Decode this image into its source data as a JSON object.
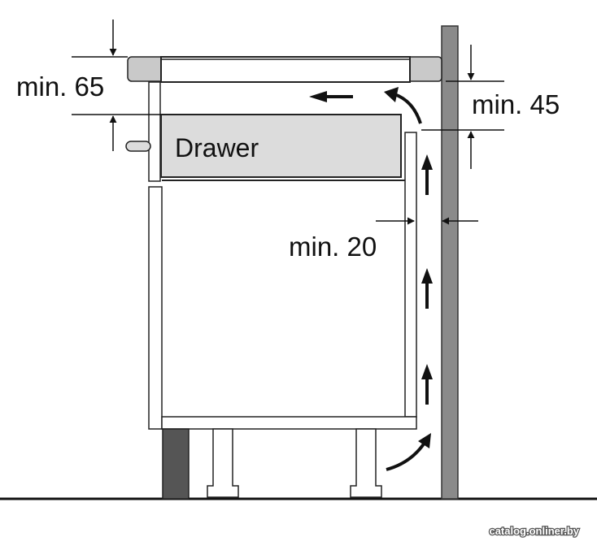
{
  "labels": {
    "drawer": "Drawer",
    "gap_top": "min. 65",
    "gap_wall_top": "min. 45",
    "gap_back": "min. 20"
  },
  "watermark": "catalog.onliner.by",
  "colors": {
    "stroke": "#111111",
    "cabinet_fill": "#ffffff",
    "drawer_fill": "#dcdcdc",
    "wall_fill": "#8a8a8a",
    "plinth_fill": "#555555",
    "worktop_fill": "#c9c9c9"
  },
  "icons": [
    "arrow-up-icon",
    "arrow-down-icon",
    "arrow-left-icon",
    "arrow-right-icon",
    "curved-arrow-icon"
  ]
}
